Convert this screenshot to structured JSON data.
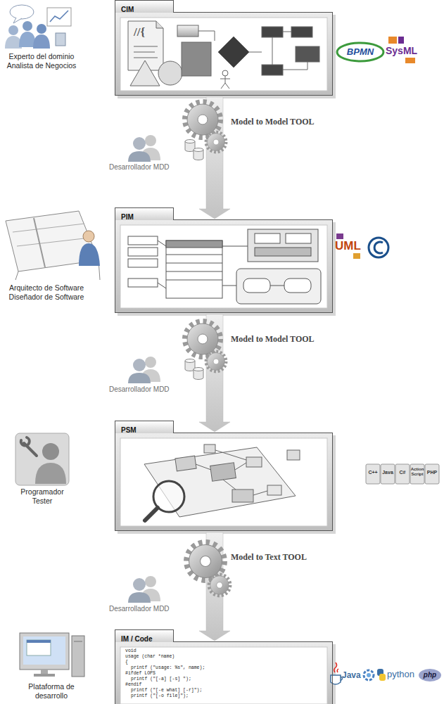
{
  "diagram": {
    "nodes": [
      {
        "text": [
          "CIM"
        ]
      },
      {
        "text": [
          "PIM"
        ]
      },
      {
        "text": [
          "PSM"
        ]
      },
      {
        "text": [
          "IM / Code"
        ]
      }
    ],
    "edges": [
      {
        "from": 0,
        "to": 1,
        "label": "Model to Model TOOL",
        "arrow": "to"
      },
      {
        "from": 1,
        "to": 2,
        "label": "Model to Model TOOL",
        "arrow": "to"
      },
      {
        "from": 2,
        "to": 3,
        "label": "Model to Text TOOL",
        "arrow": "to"
      }
    ],
    "labels": [
      "Experto del dominio Analista de Negocios",
      "//{",
      "BPMN",
      "SysML",
      "Desarrollador MDD",
      "Arquitecto de Software Diseñador de Software",
      "UML",
      "Desarrollador MDD",
      "Programador Tester",
      "C++",
      "Java",
      "C#",
      "Action Script",
      "PHP",
      "Desarrollador MDD",
      "void",
      "usage (char *name)",
      "{",
      "printf (\"usage: %s\", name);",
      "#ifdef LOPS",
      "printf (\"[-a] [-s] \");",
      "#endif",
      "printf (\"[-e what] [-r]\");",
      "printf (\"[-o file]\");",
      "Plataforma de desarrollo",
      "Java",
      "python",
      "php"
    ]
  }
}
